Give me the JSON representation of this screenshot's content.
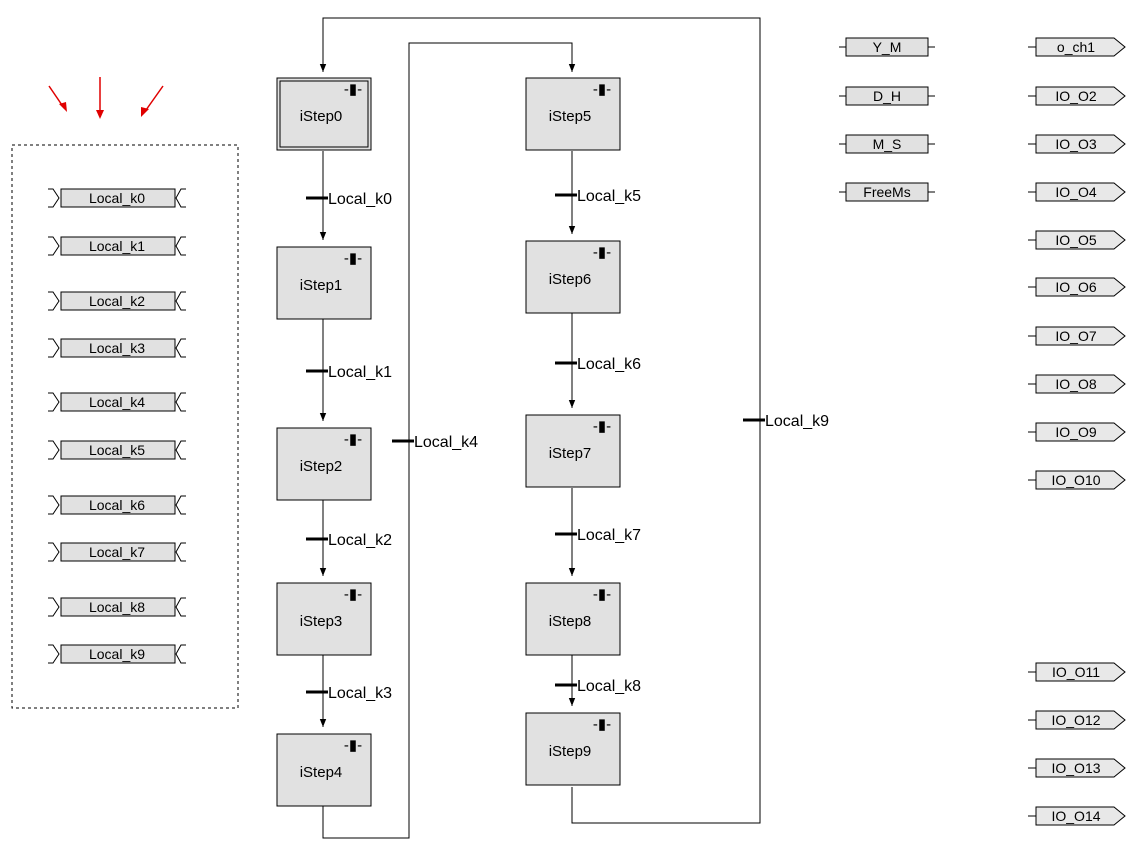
{
  "diagram": {
    "local_variables": [
      "Local_k0",
      "Local_k1",
      "Local_k2",
      "Local_k3",
      "Local_k4",
      "Local_k5",
      "Local_k6",
      "Local_k7",
      "Local_k8",
      "Local_k9"
    ],
    "steps_col1": [
      {
        "name": "iStep0",
        "initial": true
      },
      {
        "name": "iStep1",
        "initial": false
      },
      {
        "name": "iStep2",
        "initial": false
      },
      {
        "name": "iStep3",
        "initial": false
      },
      {
        "name": "iStep4",
        "initial": false
      }
    ],
    "steps_col2": [
      {
        "name": "iStep5",
        "initial": false
      },
      {
        "name": "iStep6",
        "initial": false
      },
      {
        "name": "iStep7",
        "initial": false
      },
      {
        "name": "iStep8",
        "initial": false
      },
      {
        "name": "iStep9",
        "initial": false
      }
    ],
    "step_marker": "-▮-",
    "transitions_col1": [
      "Local_k0",
      "Local_k1",
      "Local_k2",
      "Local_k3"
    ],
    "transitions_col2": [
      "Local_k5",
      "Local_k6",
      "Local_k7",
      "Local_k8"
    ],
    "jump_transition_mid": "Local_k4",
    "jump_transition_right": "Local_k9",
    "input_vars": [
      "Y_M",
      "D_H",
      "M_S",
      "FreeMs"
    ],
    "outputs_top": [
      "o_ch1",
      "IO_O2",
      "IO_O3",
      "IO_O4",
      "IO_O5",
      "IO_O6",
      "IO_O7",
      "IO_O8",
      "IO_O9",
      "IO_O10"
    ],
    "outputs_bottom": [
      "IO_O11",
      "IO_O12",
      "IO_O13",
      "IO_O14"
    ],
    "colors": {
      "block_fill": "#e1e1e1",
      "annotation_arrow": "#e00000"
    }
  }
}
